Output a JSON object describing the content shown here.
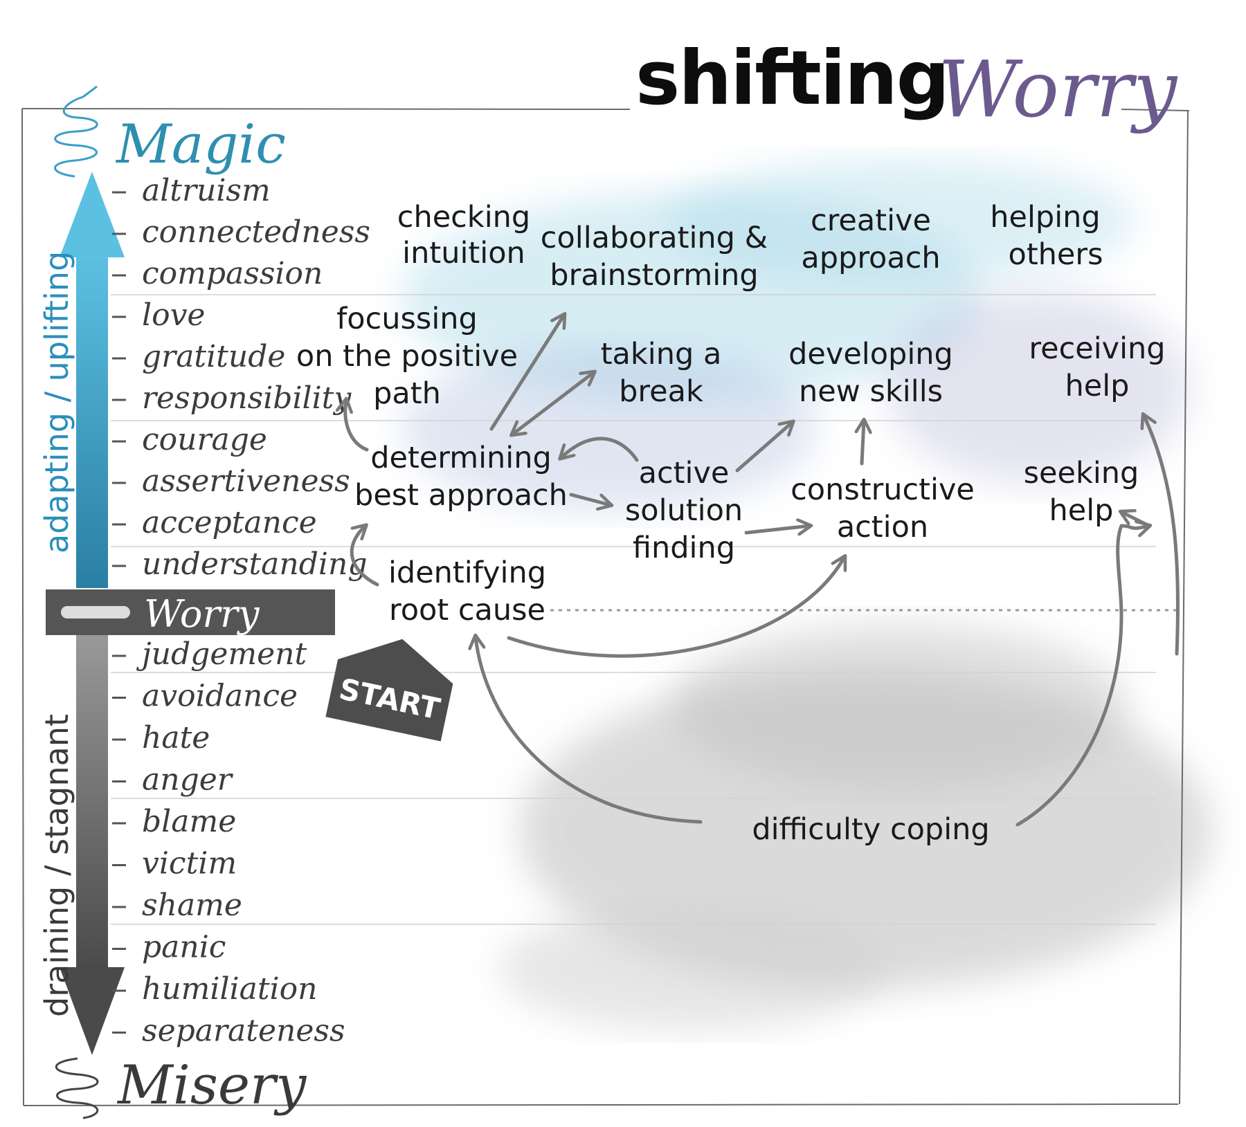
{
  "title": {
    "part1": "shifting",
    "part2": "Worry"
  },
  "scale": {
    "top_label": "Magic",
    "bottom_label": "Misery",
    "center_label": "Worry",
    "up_axis_label": "adapting / uplifting",
    "down_axis_label": "draining / stagnant",
    "up_color": "#3a9fc6",
    "down_color": "#666666",
    "upper_emotions": [
      "altruism",
      "connectedness",
      "compassion",
      "love",
      "gratitude",
      "responsibility",
      "courage",
      "assertiveness",
      "acceptance",
      "understanding"
    ],
    "lower_emotions": [
      "judgement",
      "avoidance",
      "hate",
      "anger",
      "blame",
      "victim",
      "shame",
      "panic",
      "humiliation",
      "separateness"
    ]
  },
  "start_label": "START",
  "nodes": {
    "checking_intuition": [
      "checking",
      "intuition"
    ],
    "collaborating": [
      "collaborating &",
      "brainstorming"
    ],
    "creative_approach": [
      "creative",
      "approach"
    ],
    "helping_others": [
      "helping",
      "others"
    ],
    "focussing": [
      "focussing",
      "on the positive",
      "path"
    ],
    "taking_break": [
      "taking a",
      "break"
    ],
    "developing_skills": [
      "developing",
      "new skills"
    ],
    "receiving_help": [
      "receiving",
      "help"
    ],
    "determining": [
      "determining",
      "best approach"
    ],
    "active_solution": [
      "active",
      "solution",
      "finding"
    ],
    "constructive_action": [
      "constructive",
      "action"
    ],
    "seeking_help": [
      "seeking",
      "help"
    ],
    "identifying_root": [
      "identifying",
      "root cause"
    ],
    "difficulty_coping": [
      "difficulty coping"
    ]
  },
  "colors": {
    "title_accent": "#6c5a8e",
    "magic": "#2f8fb0",
    "misery": "#3a3a3a",
    "wash_blue": "#a8d8e8",
    "wash_gray": "#bdbdbd"
  }
}
